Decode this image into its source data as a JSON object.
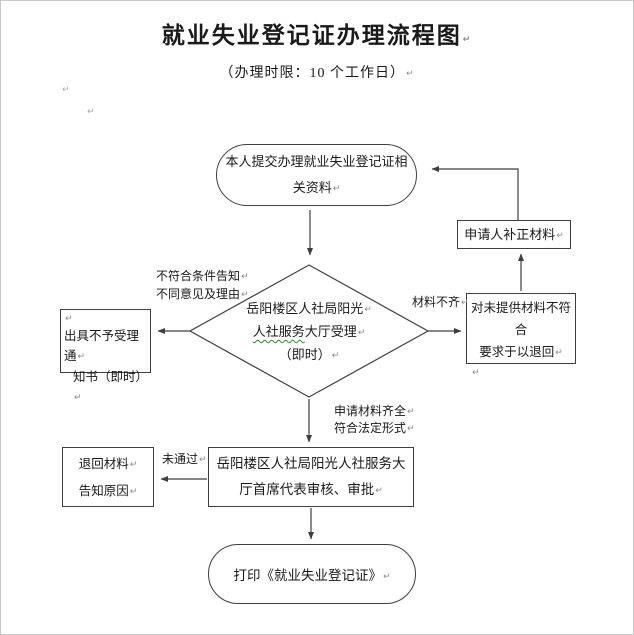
{
  "page": {
    "title": "就业失业登记证办理流程图",
    "subtitle": "（办理时限：10 个工作日）"
  },
  "marks": {
    "ret": "↵"
  },
  "nodes": {
    "start": {
      "lines": [
        "本人提交办理就业失业登记证相",
        "关资料"
      ]
    },
    "supplement": {
      "label": "申请人补正材料"
    },
    "decision": {
      "line1": "岳阳楼区人社局阳光",
      "line2_underlined": "人社服务",
      "line2_rest": "大厅受理",
      "line3": "（即时）"
    },
    "reject_notice": {
      "lines": [
        "出具不予受理通",
        "知书（即时）"
      ]
    },
    "return_incomplete": {
      "lines": [
        "对未提供材料不符合",
        "要求于以退回"
      ]
    },
    "review": {
      "lines": [
        "岳阳楼区人社局阳光人社服务大",
        "厅首席代表审核、审批"
      ]
    },
    "return_reason": {
      "lines": [
        "退回材料",
        "告知原因"
      ]
    },
    "end": {
      "label": "打印《就业失业登记证》"
    }
  },
  "edge_labels": {
    "not_qualified": {
      "lines": [
        "不符合条件告知",
        "不同意见及理由"
      ]
    },
    "materials_incomplete": "材料不齐",
    "materials_complete": {
      "lines": [
        "申请材料齐全",
        "符合法定形式"
      ]
    },
    "not_passed": "未通过"
  },
  "colors": {
    "line": "#3f3f3f",
    "spellcheck": "#2e8b2e"
  }
}
